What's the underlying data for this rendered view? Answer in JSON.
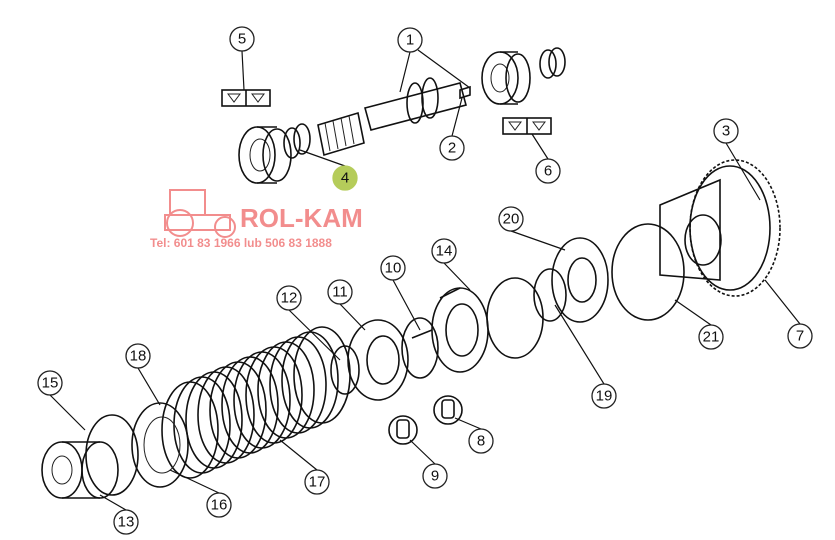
{
  "watermark": {
    "brand": "ROL-KAM",
    "phone": "Tel: 601 83 1966 lub 506 83 1888"
  },
  "colors": {
    "highlight": "#b5cc5a",
    "watermark": "#f07a7a"
  },
  "callouts": [
    "1",
    "2",
    "3",
    "4",
    "5",
    "6",
    "7",
    "8",
    "9",
    "10",
    "11",
    "12",
    "13",
    "14",
    "15",
    "16",
    "17",
    "18",
    "19",
    "20",
    "21"
  ],
  "highlighted_callout": "4"
}
